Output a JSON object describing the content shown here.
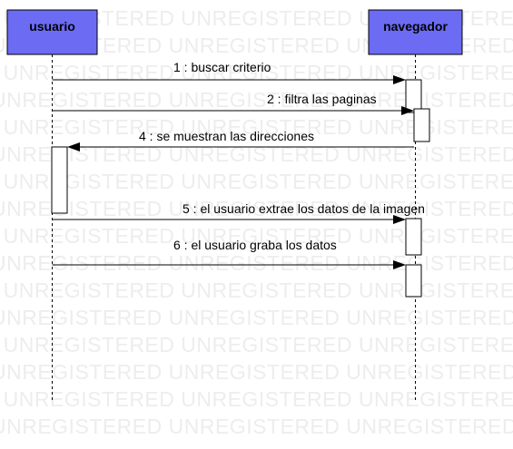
{
  "watermark": "UNREGISTERED",
  "actors": [
    {
      "id": "usuario",
      "label": "usuario"
    },
    {
      "id": "navegador",
      "label": "navegador"
    }
  ],
  "messages": [
    {
      "label": "1 : buscar criterio"
    },
    {
      "label": "2 : filtra las paginas"
    },
    {
      "label": "4 : se muestran las direcciones"
    },
    {
      "label": "5 : el usuario extrae  los datos de la imagen"
    },
    {
      "label": "6 : el usuario graba los datos"
    }
  ],
  "colors": {
    "actor_fill": "#6b6bf3",
    "watermark": "#ededed"
  }
}
